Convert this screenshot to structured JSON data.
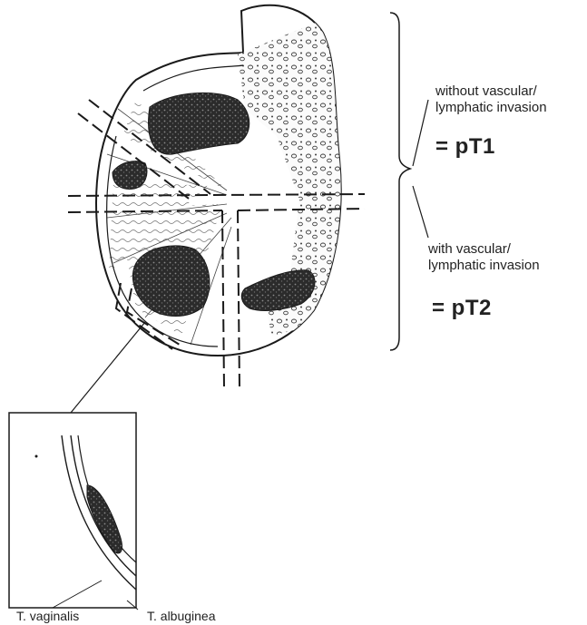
{
  "labels": {
    "without_invasion_line1": "without vascular/",
    "without_invasion_line2": "lymphatic invasion",
    "pt1": "= pT1",
    "with_invasion_line1": "with vascular/",
    "with_invasion_line2": "lymphatic invasion",
    "pt2": "= pT2",
    "t_vaginalis": "T. vaginalis",
    "t_albuginea": "T. albuginea"
  },
  "colors": {
    "ink": "#1a1a1a",
    "tumor": "#3a3a3a",
    "paper": "#ffffff"
  }
}
